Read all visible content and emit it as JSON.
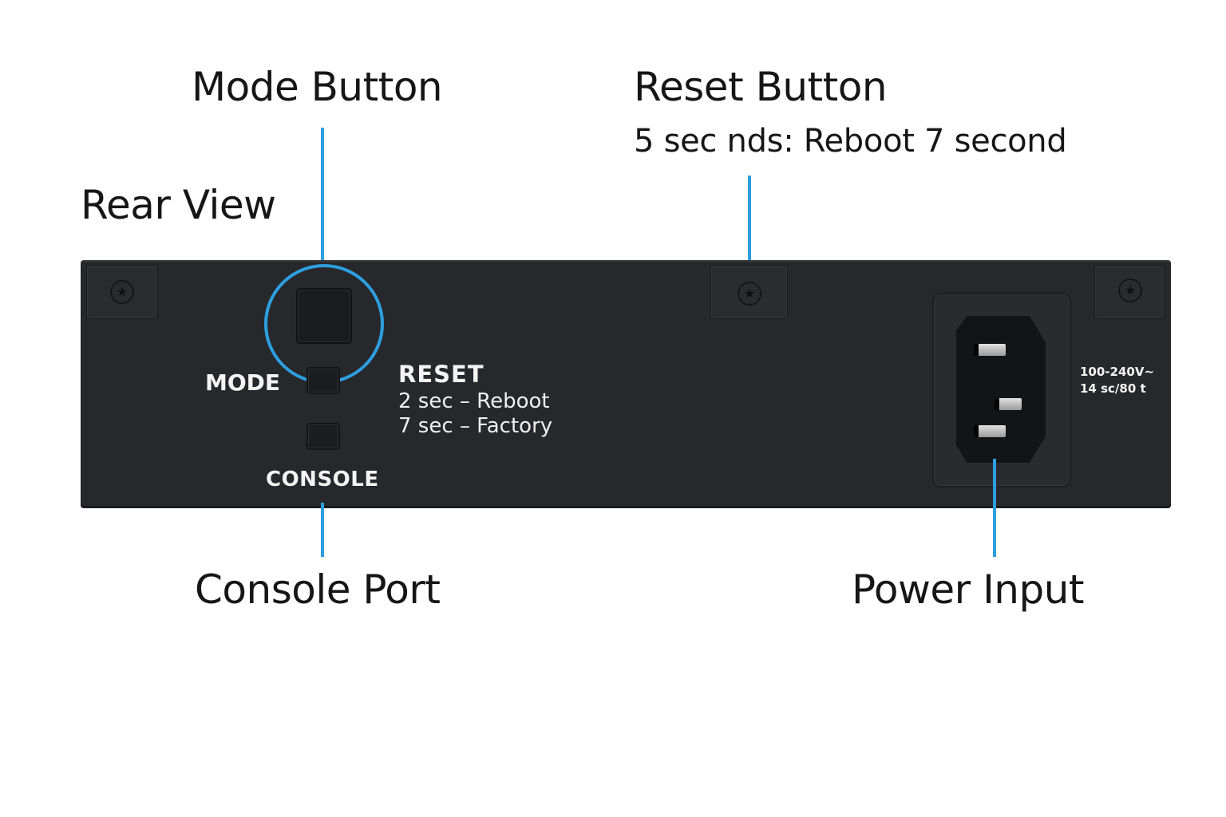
{
  "diagram": {
    "title": "Rear View",
    "callouts": {
      "mode_button": {
        "label": "Mode Button"
      },
      "reset_button": {
        "label": "Reset Button",
        "description": "5 sec nds: Reboot 7 second"
      },
      "console_port": {
        "label": "Console Port"
      },
      "power_input": {
        "label": "Power Input"
      }
    },
    "accent_color": "#2d9fe0"
  },
  "device": {
    "panel_color": "#27282b",
    "labels": {
      "mode": "MODE",
      "console": "CONSOLE",
      "reset_title": "RESET",
      "reset_line1": "2 sec – Reboot",
      "reset_line2": "7 sec – Factory",
      "power_rating_line1": "100-240V~",
      "power_rating_line2": "14 sc/80 t"
    },
    "icons": {
      "screw": "★"
    }
  }
}
